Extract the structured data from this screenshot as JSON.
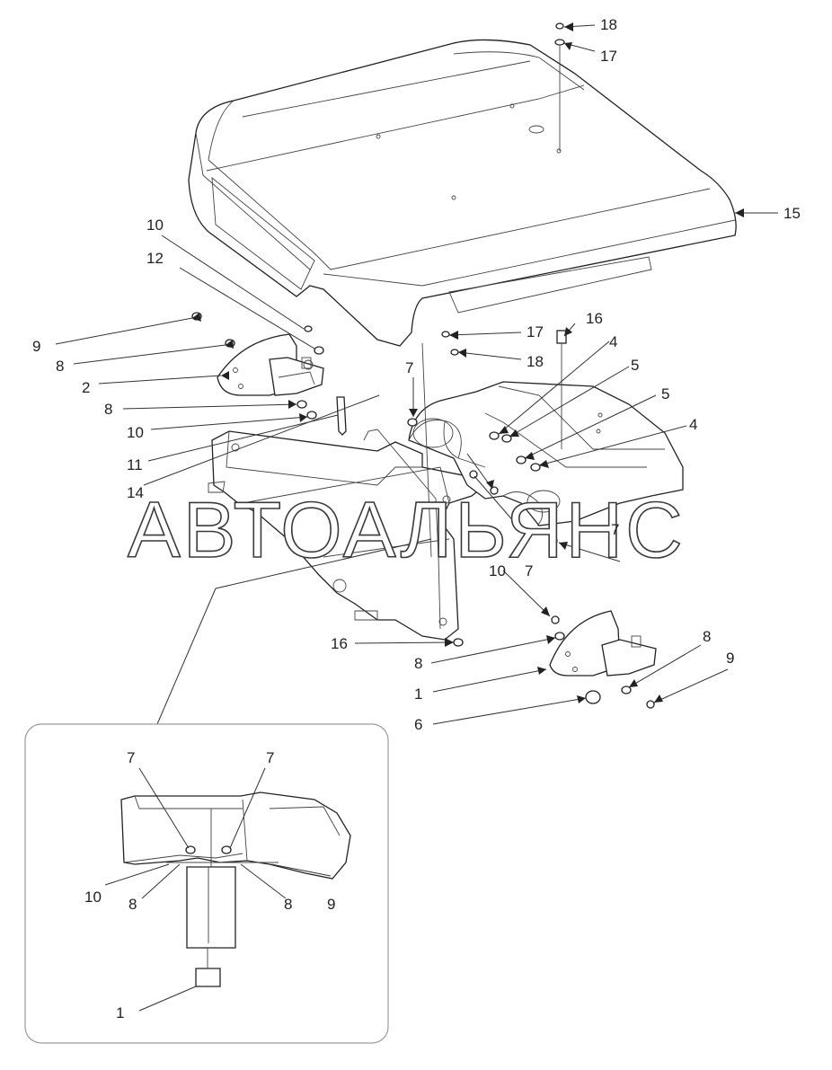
{
  "watermark": "АВТОАЛЬЯНС",
  "colors": {
    "line": "#333333",
    "text": "#222222",
    "inset_frame": "#9a9a9a"
  },
  "callouts_main": [
    {
      "id": "c18a",
      "label": "18"
    },
    {
      "id": "c17a",
      "label": "17"
    },
    {
      "id": "c15",
      "label": "15"
    },
    {
      "id": "c10a",
      "label": "10"
    },
    {
      "id": "c12",
      "label": "12"
    },
    {
      "id": "c9a",
      "label": "9"
    },
    {
      "id": "c8a",
      "label": "8"
    },
    {
      "id": "c2",
      "label": "2"
    },
    {
      "id": "c8b",
      "label": "8"
    },
    {
      "id": "c10b",
      "label": "10"
    },
    {
      "id": "c11",
      "label": "11"
    },
    {
      "id": "c14",
      "label": "14"
    },
    {
      "id": "c7a",
      "label": "7"
    },
    {
      "id": "c17b",
      "label": "17"
    },
    {
      "id": "c18b",
      "label": "18"
    },
    {
      "id": "c16a",
      "label": "16"
    },
    {
      "id": "c4a",
      "label": "4"
    },
    {
      "id": "c5a",
      "label": "5"
    },
    {
      "id": "c5b",
      "label": "5"
    },
    {
      "id": "c4b",
      "label": "4"
    },
    {
      "id": "c7b",
      "label": "7"
    },
    {
      "id": "c10c",
      "label": "10"
    },
    {
      "id": "c7c",
      "label": "7"
    },
    {
      "id": "c16b",
      "label": "16"
    },
    {
      "id": "c8c",
      "label": "8"
    },
    {
      "id": "c8d",
      "label": "8"
    },
    {
      "id": "c9b",
      "label": "9"
    },
    {
      "id": "c1a",
      "label": "1"
    },
    {
      "id": "c6",
      "label": "6"
    }
  ],
  "callouts_inset": [
    {
      "id": "i7a",
      "label": "7"
    },
    {
      "id": "i7b",
      "label": "7"
    },
    {
      "id": "i10",
      "label": "10"
    },
    {
      "id": "i8a",
      "label": "8"
    },
    {
      "id": "i8b",
      "label": "8"
    },
    {
      "id": "i9",
      "label": "9"
    },
    {
      "id": "i1",
      "label": "1"
    }
  ]
}
